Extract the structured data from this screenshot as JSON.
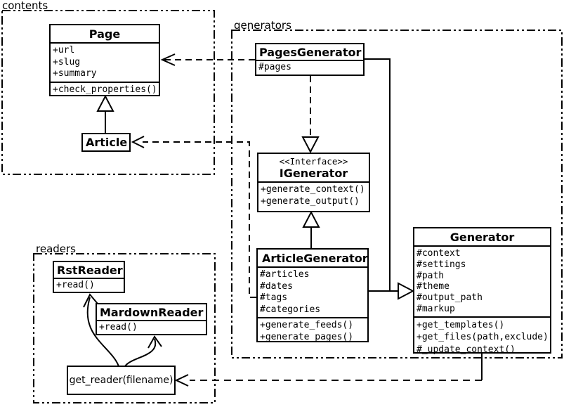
{
  "packages": {
    "contents": {
      "label": "contents"
    },
    "generators": {
      "label": "generators"
    },
    "readers": {
      "label": "readers"
    }
  },
  "classes": {
    "page": {
      "name": "Page",
      "attributes": [
        "+url",
        "+slug",
        "+summary"
      ],
      "operations": [
        "+check_properties()"
      ]
    },
    "article": {
      "name": "Article"
    },
    "pages_generator": {
      "name": "PagesGenerator",
      "attributes": [
        "#pages"
      ]
    },
    "igenerator": {
      "stereotype": "<<Interface>>",
      "name": "IGenerator",
      "operations": [
        "+generate_context()",
        "+generate_output()"
      ]
    },
    "article_generator": {
      "name": "ArticleGenerator",
      "attributes": [
        "#articles",
        "#dates",
        "#tags",
        "#categories"
      ],
      "operations": [
        "+generate_feeds()",
        "+generate_pages()"
      ]
    },
    "generator": {
      "name": "Generator",
      "attributes": [
        "#context",
        "#settings",
        "#path",
        "#theme",
        "#output_path",
        "#markup"
      ],
      "operations": [
        "+get_templates()",
        "+get_files(path,exclude)",
        "#_update_context()"
      ]
    },
    "rst_reader": {
      "name": "RstReader",
      "operations": [
        "+read()"
      ]
    },
    "mardown_reader": {
      "name": "MardownReader",
      "operations": [
        "+read()"
      ]
    }
  },
  "function_box": {
    "label": "get_reader(filename)"
  },
  "relationships": [
    {
      "type": "generalization",
      "from": "Article",
      "to": "Page"
    },
    {
      "type": "dependency",
      "from": "PagesGenerator",
      "to": "Page"
    },
    {
      "type": "dependency",
      "from": "ArticleGenerator",
      "to": "Article"
    },
    {
      "type": "realization",
      "from": "PagesGenerator",
      "to": "IGenerator"
    },
    {
      "type": "generalization",
      "from": "ArticleGenerator",
      "to": "IGenerator"
    },
    {
      "type": "generalization",
      "from": "PagesGenerator",
      "to": "Generator"
    },
    {
      "type": "generalization",
      "from": "ArticleGenerator",
      "to": "Generator"
    },
    {
      "type": "dependency",
      "from": "Generator",
      "to": "get_reader(filename)"
    },
    {
      "type": "call-arrow",
      "from": "get_reader(filename)",
      "to": "RstReader"
    },
    {
      "type": "call-arrow",
      "from": "get_reader(filename)",
      "to": "MardownReader"
    }
  ],
  "colors": {
    "line": "#000000",
    "background": "#ffffff"
  }
}
